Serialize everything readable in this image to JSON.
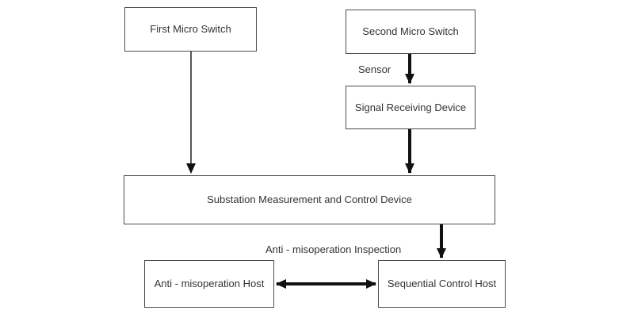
{
  "diagram": {
    "boxes": {
      "first_micro_switch": "First Micro Switch",
      "second_micro_switch": "Second Micro Switch",
      "signal_receiving_device": "Signal Receiving Device",
      "substation_measurement_control": "Substation Measurement and Control Device",
      "anti_misoperation_host": "Anti - misoperation Host",
      "sequential_control_host": "Sequential Control Host"
    },
    "edge_labels": {
      "sensor": "Sensor",
      "anti_misoperation_inspection": "Anti - misoperation Inspection"
    },
    "colors": {
      "background": "#ffffff",
      "box_border": "#4d4d4d",
      "arrow": "#111111",
      "text": "#333333"
    }
  }
}
